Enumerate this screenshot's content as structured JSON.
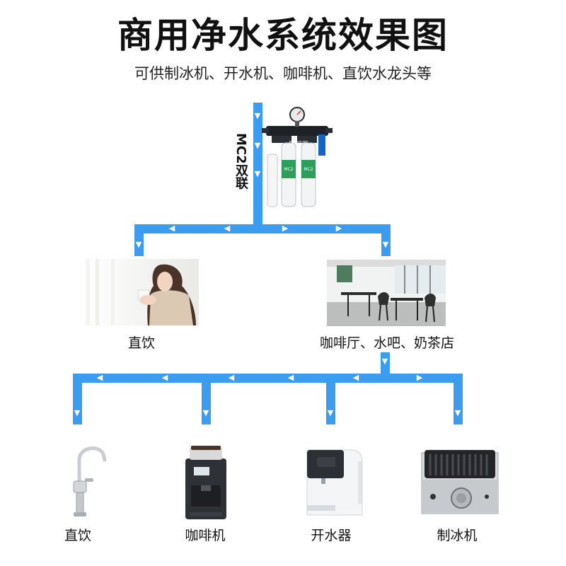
{
  "title": "商用净水系统效果图",
  "subtitle": "可供制冰机、开水机、咖啡机、直饮水龙头等",
  "filter_label": "MC2双联",
  "filter_brand": "EVERPURE",
  "filter_model": "MC2",
  "branch_labels": {
    "direct_drink": "直饮",
    "cafe": "咖啡厅、水吧、奶茶店"
  },
  "appliances": [
    {
      "label": "直饮"
    },
    {
      "label": "咖啡机"
    },
    {
      "label": "开水器"
    },
    {
      "label": "制冰机"
    }
  ],
  "colors": {
    "pipe": "#3b9cf0",
    "arrow": "#ffffff"
  }
}
